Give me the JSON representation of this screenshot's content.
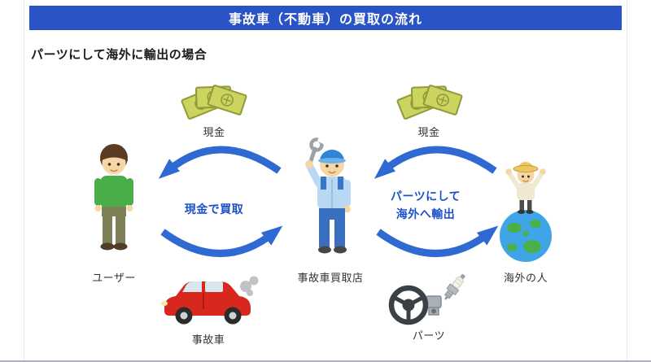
{
  "header": {
    "title": "事故車（不動車）の買取の流れ"
  },
  "subtitle": "パーツにして海外に輸出の場合",
  "flow": {
    "left_label": "現金で買取",
    "right_label_line1": "パーツにして",
    "right_label_line2": "海外へ輸出"
  },
  "labels": {
    "cash_left": "現金",
    "cash_right": "現金",
    "user": "ユーザー",
    "shop": "事故車買取店",
    "overseas": "海外の人",
    "car": "事故車",
    "parts": "パーツ"
  },
  "icons": {
    "cash": "cash-bills-icon",
    "user": "user-person-illustration",
    "shop": "mechanic-illustration",
    "overseas": "person-on-globe-illustration",
    "car": "accident-car-illustration",
    "parts": "car-parts-illustration",
    "arrows": "curved-flow-arrows"
  },
  "colors": {
    "header_bg": "#2a53c5",
    "header_text": "#ffffff",
    "arrow_blue": "#2e6ad1",
    "flow_text": "#1d51c8",
    "subtitle_text": "#1a1a1a",
    "label_text": "#333333",
    "page_bg": "#ffffff",
    "frame_border": "#e8ebee"
  }
}
